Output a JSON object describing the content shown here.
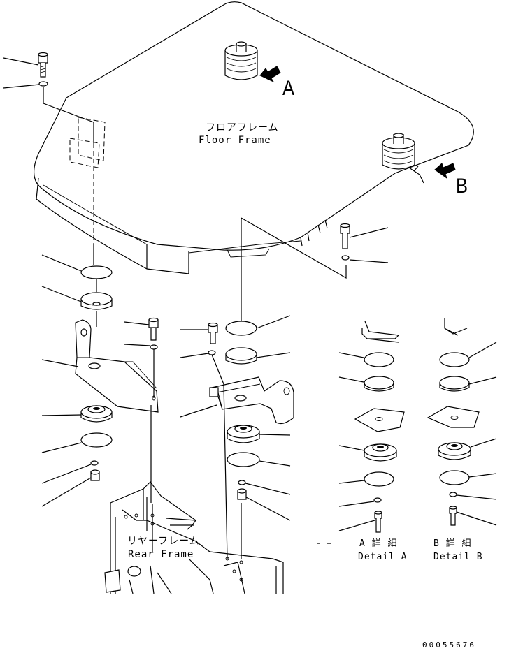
{
  "labels": {
    "floor_frame_jp": "フロアフレーム",
    "floor_frame_en": "Floor Frame",
    "rear_frame_jp": "リヤーフレーム",
    "rear_frame_en": "Rear Frame",
    "view_a": "A",
    "view_b": "B",
    "detail_a_jp": "A 詳 細",
    "detail_a_en": "Detail A",
    "detail_b_jp": "B 詳 細",
    "detail_b_en": "Detail B",
    "drawing_number": "00055676"
  }
}
